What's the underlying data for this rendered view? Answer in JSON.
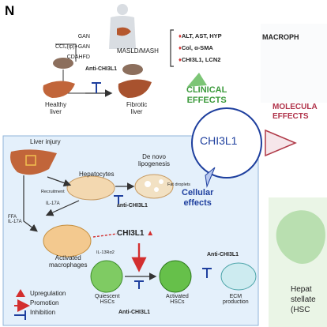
{
  "panel_label": "N",
  "top": {
    "models": [
      "GAN",
      "CCl₄(ip)+GAN",
      "CDAHFD"
    ],
    "condition": "MASLD/MASH",
    "treatment": "Anti-CHI3L1",
    "healthy_label": "Healthy\nliver",
    "fibrotic_label": "Fibrotic\nliver",
    "effects": [
      "ALT, AST, HYP",
      "Col, α-SMA",
      "CHI3L1, LCN2"
    ]
  },
  "clinical_label": "CLINICAL\nEFFECTS",
  "center_label": "CHI3L1",
  "molecular_label": "MOLECULA\nEFFECTS",
  "macrophage_label": "MACROPH",
  "cellular_label": "Cellular\neffects",
  "right_bottom_label": "Hepat\nstellate\n(HSC",
  "bottom": {
    "liver_injury": "Liver injury",
    "hepatocytes": "Hepatocytes",
    "lipogenesis": "De novo\nlipogenesis",
    "fat_droplets": "Fat droplets",
    "recruitment": "Recruitment",
    "il17": "IL-17A",
    "anti1": "anti-CHI3L1",
    "ffa": "FFA\nIL-17A",
    "macrophages": "Activated\nmacrophages",
    "chi3l1": "CHI3L1",
    "il13": "IL-13Rα2",
    "anti_right": "Anti-CHI3L1",
    "quiescent": "Quiescent\nHSCs",
    "activated_hsc": "Activated\nHSCs",
    "ecm": "ECM\nproduction",
    "anti_bottom": "Anti-CHI3L1"
  },
  "legend": [
    {
      "label": "Upregulation",
      "color": "#d32f2f"
    },
    {
      "label": "Promotion",
      "color": "#d32f2f"
    },
    {
      "label": "Inhibition",
      "color": "#1e3f9e"
    }
  ]
}
